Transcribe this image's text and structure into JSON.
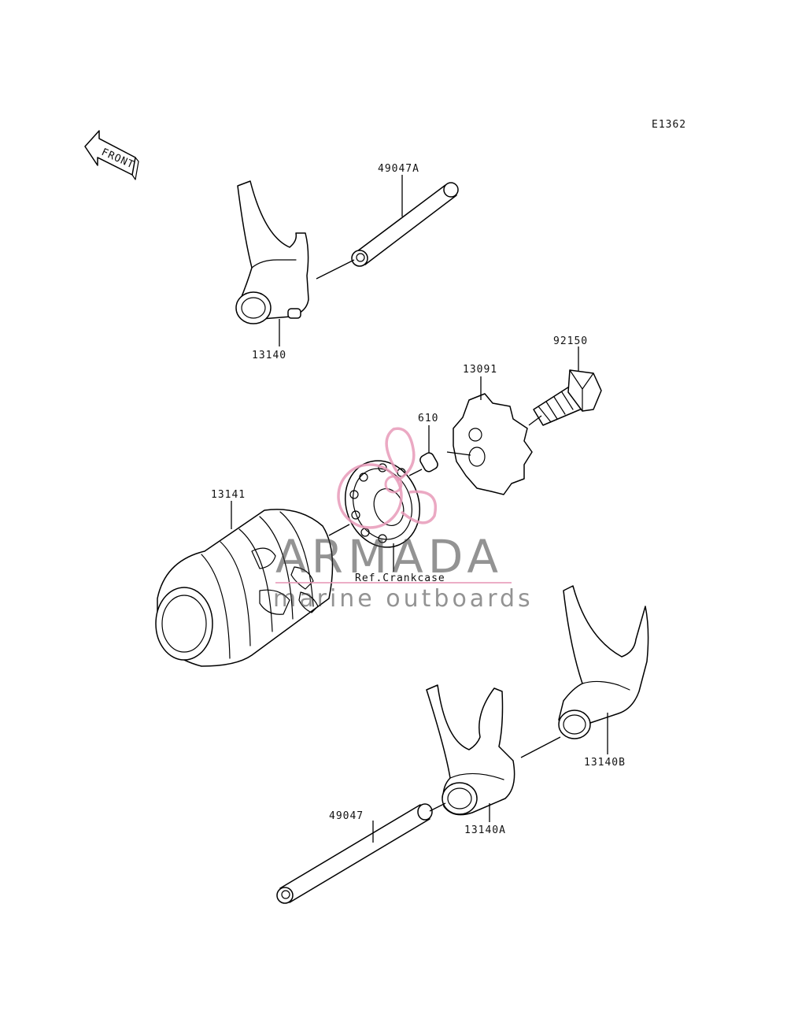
{
  "diagram_id": "E1362",
  "direction": {
    "label": "FRONT"
  },
  "parts": [
    {
      "number": "49047A"
    },
    {
      "number": "13140"
    },
    {
      "number": "92150"
    },
    {
      "number": "13091"
    },
    {
      "number": "610"
    },
    {
      "number": "13141"
    },
    {
      "number": "Ref.Crankcase"
    },
    {
      "number": "13140B"
    },
    {
      "number": "49047"
    },
    {
      "number": "13140A"
    }
  ],
  "watermark": {
    "brand": "ARMADA",
    "tagline": "marine outboards",
    "logo_color": "#e89ab8"
  }
}
